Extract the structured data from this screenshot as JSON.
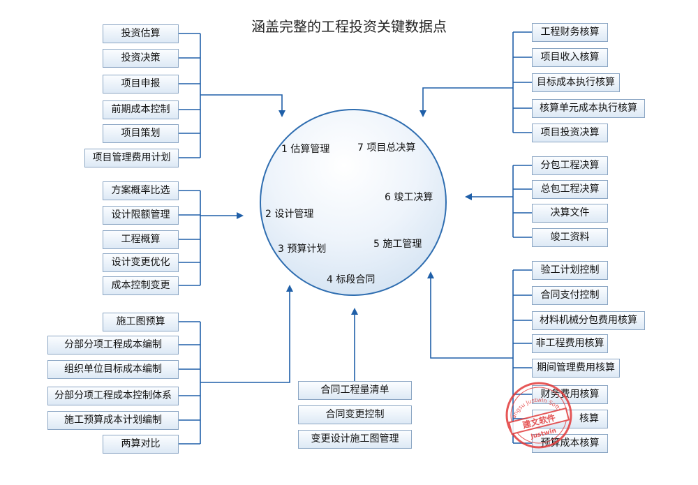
{
  "title": "涵盖完整的工程投资关键数据点",
  "phases": [
    "1 估算管理",
    "7 项目总决算",
    "6 竣工决算",
    "2 设计管理",
    "5 施工管理",
    "3 预算计划",
    "4 标段合同"
  ],
  "groups": {
    "estimate": [
      "投资估算",
      "投资决策",
      "项目申报",
      "前期成本控制",
      "项目策划",
      "项目管理费用计划"
    ],
    "design": [
      "方案概率比选",
      "设计限额管理",
      "工程概算",
      "设计变更优化",
      "成本控制变更"
    ],
    "budget": [
      "施工图预算",
      "分部分项工程成本编制",
      "组织单位目标成本编制",
      "分部分项工程成本控制体系",
      "施工预算成本计划编制",
      "两算对比"
    ],
    "contract": [
      "合同工程量清单",
      "合同变更控制",
      "变更设计施工图管理"
    ],
    "final_account": [
      "工程财务核算",
      "项目收入核算",
      "目标成本执行核算",
      "核算单元成本执行核算",
      "项目投资决算"
    ],
    "completion": [
      "分包工程决算",
      "总包工程决算",
      "决算文件",
      "竣工资料"
    ],
    "construction": [
      "验工计划控制",
      "合同支付控制",
      "材料机械分包费用核算",
      "非工程费用核算",
      "期间管理费用核算",
      "财务费用核算",
      "核算",
      "预算成本核算"
    ]
  },
  "stamp": {
    "top_text": "Jiangsu Justwin Software",
    "center_text": "建文软件",
    "brand": "Justwin"
  }
}
